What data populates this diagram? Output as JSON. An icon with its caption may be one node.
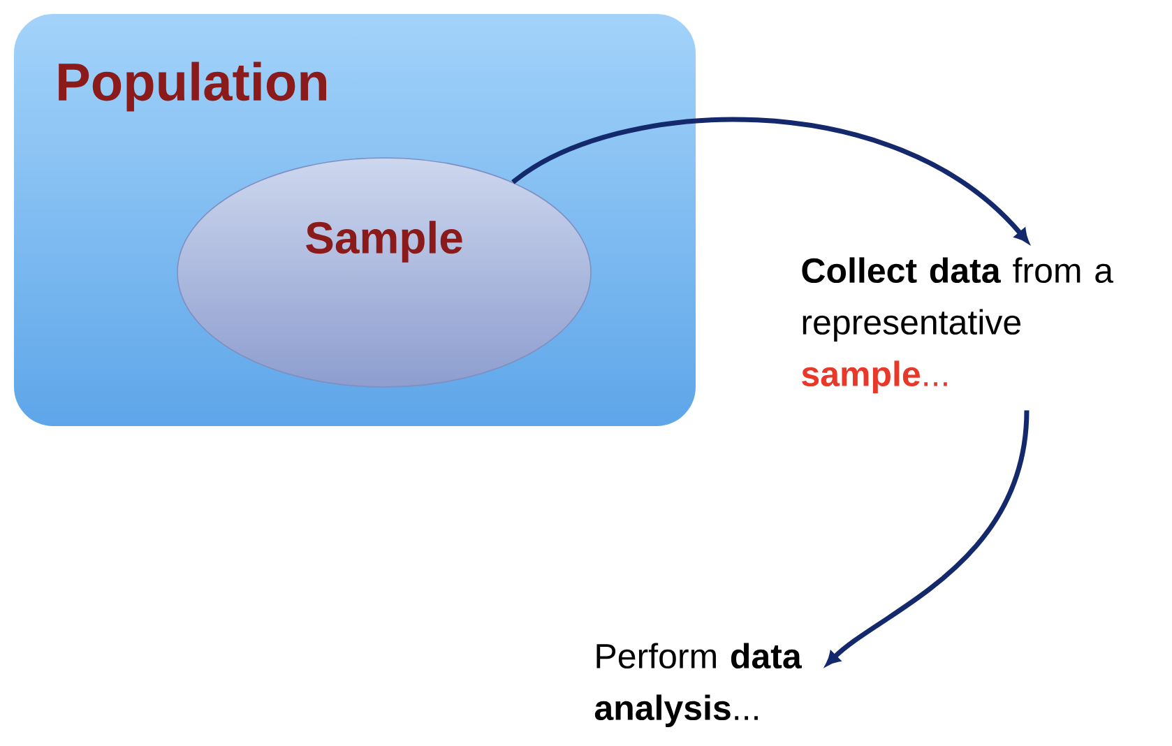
{
  "diagram": {
    "nodes": [
      {
        "text": [
          "Population"
        ]
      },
      {
        "text": [
          "Sample"
        ],
        "in": 0
      },
      {
        "text": [
          "**Collect data** from a representative",
          "**sample**..."
        ]
      },
      {
        "text": [
          "Perform **data analysis**..."
        ]
      }
    ],
    "edges": [
      {
        "from": 1,
        "to": 2,
        "arrow": "to"
      },
      {
        "from": 2,
        "to": 3,
        "arrow": "to"
      }
    ]
  }
}
